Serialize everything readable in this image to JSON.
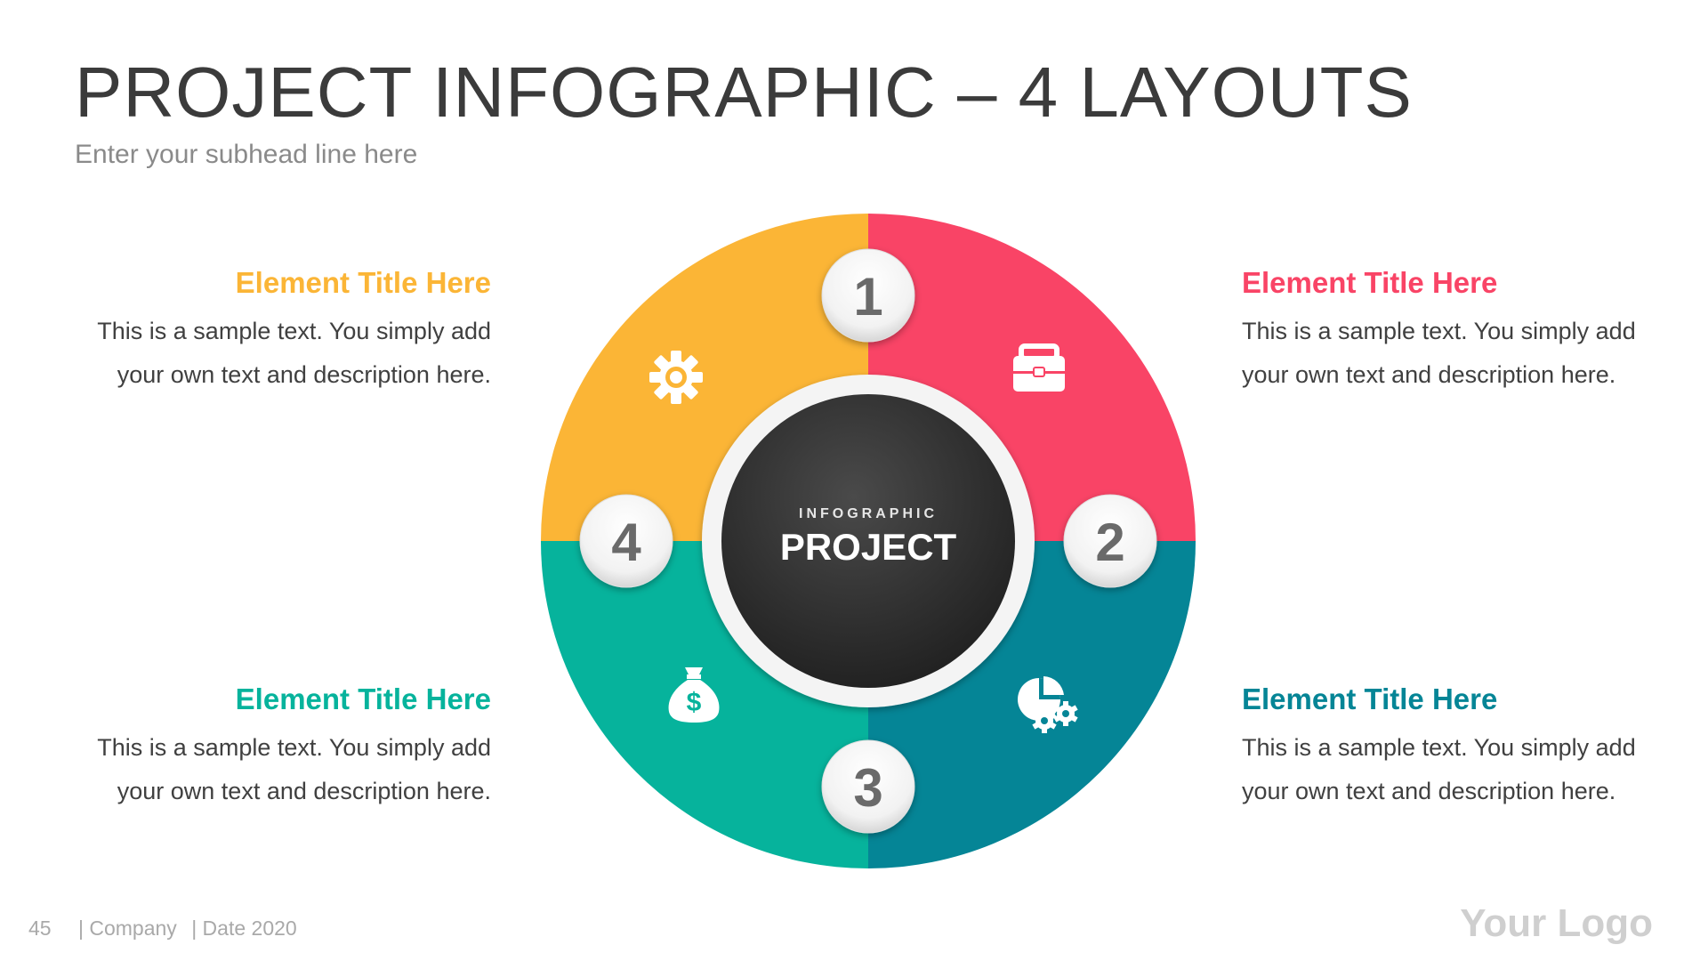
{
  "header": {
    "title": "PROJECT INFOGRAPHIC – 4 LAYOUTS",
    "subhead": "Enter your subhead line here"
  },
  "center": {
    "small_label": "INFOGRAPHIC",
    "big_label": "PROJECT"
  },
  "segments": [
    {
      "number": "1",
      "color": "#F94466",
      "icon": "briefcase-icon"
    },
    {
      "number": "2",
      "color": "#058596",
      "icon": "pie-chart-gears-icon"
    },
    {
      "number": "3",
      "color": "#06B39C",
      "icon": "money-bag-icon"
    },
    {
      "number": "4",
      "color": "#FBB536",
      "icon": "gear-icon"
    }
  ],
  "elements": {
    "top_left": {
      "title": "Element Title Here",
      "text_line1": "This is a sample text. You simply add",
      "text_line2": "your own text and description here.",
      "color": "#FBB536"
    },
    "top_right": {
      "title": "Element Title Here",
      "text_line1": "This is a sample text. You simply add",
      "text_line2": "your own text and description here.",
      "color": "#F94466"
    },
    "bottom_left": {
      "title": "Element Title Here",
      "text_line1": "This is a sample text. You simply add",
      "text_line2": "your own text and description here.",
      "color": "#06B39C"
    },
    "bottom_right": {
      "title": "Element Title Here",
      "text_line1": "This is a sample text. You simply add",
      "text_line2": "your own text and description here.",
      "color": "#058596"
    }
  },
  "footer": {
    "page_number": "45",
    "company": "| Company",
    "date": "| Date 2020",
    "logo": "Your Logo"
  }
}
